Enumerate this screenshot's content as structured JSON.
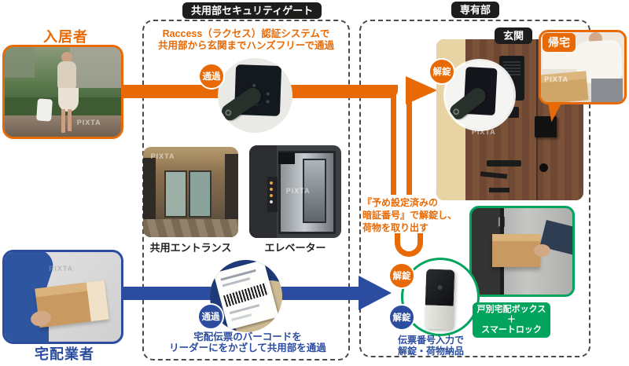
{
  "colors": {
    "orange": "#e86a06",
    "blue": "#2b4c9f",
    "navy": "#1e3a78",
    "green": "#00a45d",
    "label_black": "#1d1d1b"
  },
  "header": {
    "shared_gate_label": "共用部セキュリティゲート",
    "private_label": "専有部"
  },
  "resident_flow": {
    "actor": "入居者",
    "pass_badge": "通過",
    "raccess_text": [
      "Raccess（ラクセス）認証システムで",
      "共用部から玄関までハンズフリーで通過"
    ],
    "unlock_door_badge": "解錠",
    "genkan_label": "玄関",
    "kitaku_label": "帰宅",
    "pin_text": [
      "『予め設定済みの",
      "暗証番号』で解錠し、",
      "荷物を取り出す"
    ],
    "unlock_box_badge": "解錠"
  },
  "shared_area": {
    "entrance_caption": "共用エントランス",
    "elevator_caption": "エレベーター"
  },
  "courier_flow": {
    "actor": "宅配業者",
    "pass_badge": "通過",
    "pass_text": [
      "宅配伝票のバーコードを",
      "リーダーにをかざして共用部を通過"
    ],
    "unlock_badge": "解錠",
    "box_text": [
      "伝票番号入力で",
      "解錠・荷物納品"
    ],
    "delivery_box_label": [
      "戸別宅配ボックス",
      "＋",
      "スマートロック"
    ]
  },
  "watermark": "PIXTA"
}
